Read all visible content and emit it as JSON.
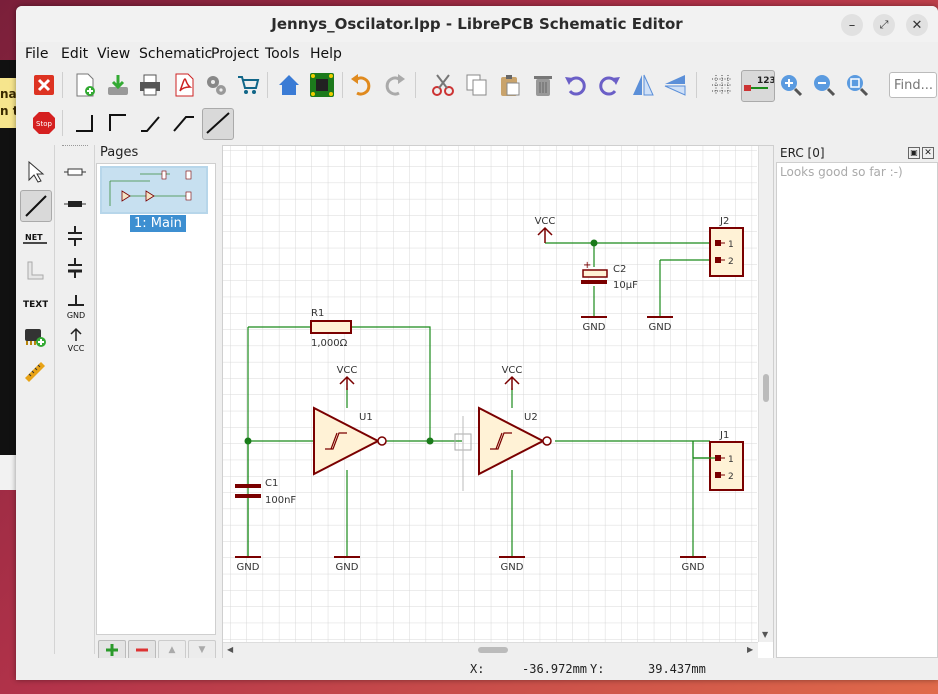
{
  "background_app": {
    "line1": "na",
    "line2": "n th"
  },
  "window": {
    "title": "Jennys_Oscilator.lpp - LibrePCB Schematic Editor",
    "minimize_icon": "minimize-icon",
    "maximize_icon": "maximize-icon",
    "close_icon": "close-icon"
  },
  "menu": [
    "File",
    "Edit",
    "View",
    "Schematic",
    "Project",
    "Tools",
    "Help"
  ],
  "toolbar": {
    "find_placeholder": "Find...",
    "stop_label": "Stop",
    "grid_value": "123"
  },
  "left_tools": {
    "net_label": "NET",
    "text_label": "TEXT"
  },
  "symbol_tools": {
    "gnd_label": "GND",
    "vcc_label": "VCC"
  },
  "pages": {
    "header": "Pages",
    "items": [
      {
        "label": "1: Main"
      }
    ]
  },
  "erc": {
    "header": "ERC [0]",
    "message": "Looks good so far :-)"
  },
  "status": {
    "x_label": "X:",
    "x_value": "-36.972mm",
    "y_label": "Y:",
    "y_value": "39.437mm"
  },
  "schematic": {
    "vcc": "VCC",
    "gnd": "GND",
    "r1": {
      "name": "R1",
      "value": "1,000Ω"
    },
    "c1": {
      "name": "C1",
      "value": "100nF"
    },
    "c2": {
      "name": "C2",
      "value": "10µF"
    },
    "u1": {
      "name": "U1"
    },
    "u2": {
      "name": "U2"
    },
    "j1": {
      "name": "J1",
      "pin1": "1",
      "pin2": "2"
    },
    "j2": {
      "name": "J2",
      "pin1": "1",
      "pin2": "2"
    },
    "plus": "+"
  },
  "colors": {
    "wire": "#1a8a1a",
    "symbol": "#7a0000",
    "symbol_fill": "#fff2d6",
    "junction": "#1a7a1a",
    "selection": "#b7d6ea"
  }
}
